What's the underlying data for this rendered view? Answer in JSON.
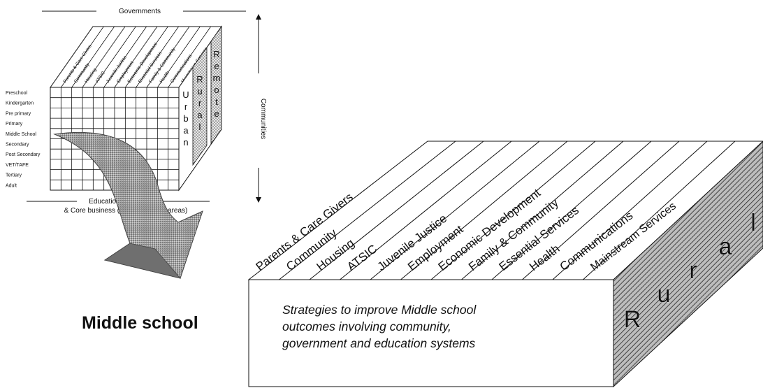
{
  "small_cube": {
    "top_label": "Governments",
    "side_label": "Communities",
    "bottom_label_line1": "Education Systems",
    "bottom_label_line2": "& Core business (ie Key learning areas)",
    "columns": [
      "Parents & Care Givers",
      "Community",
      "Housing",
      "ATSIC",
      "Juvenile Justice",
      "Employment",
      "Economic Development",
      "Essential Services",
      "Family & Community",
      "Health",
      "Communications",
      "Mainstream Services"
    ],
    "rows": [
      "Preschool",
      "Kindergarten",
      "Pre primary",
      "Primary",
      "Middle School",
      "Secondary",
      "Post Secondary",
      "VET/TAFE",
      "Tertiary",
      "Adult"
    ],
    "layer_urban": "Urban",
    "layer_rural": "Rural",
    "layer_remote": "Remote"
  },
  "arrow_label": "Middle school",
  "big_block": {
    "columns": [
      "Parents & Care Givers",
      "Community",
      "Housing",
      "ATSIC",
      "Juvenile Justice",
      "Employment",
      "Economic Development",
      "Family & Community",
      "Essential Services",
      "Health",
      "Communications",
      "Mainstream Services"
    ],
    "side_letters": [
      "R",
      "u",
      "r",
      "a",
      "l"
    ],
    "front_text_lines": [
      "Strategies to improve Middle school",
      "outcomes involving community,",
      "government and education systems"
    ]
  }
}
